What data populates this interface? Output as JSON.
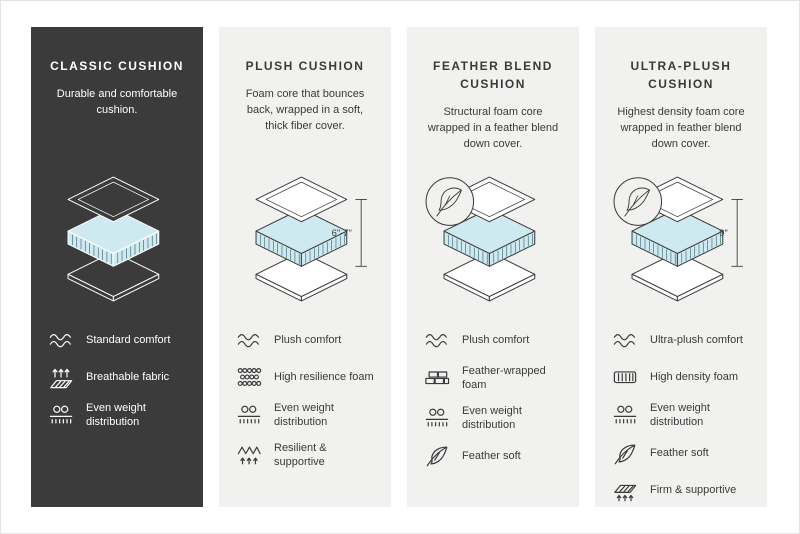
{
  "colors": {
    "page_bg": "#ffffff",
    "dark_panel_bg": "#3b3b3b",
    "light_panel_bg": "#f1f1ef",
    "text_dark": "#3a3a3a",
    "text_light": "#ffffff",
    "foam_fill": "#cfe9f0",
    "foam_hatch": "#4a7482"
  },
  "panels": [
    {
      "id": "classic",
      "theme": "dark",
      "title": "Classic Cushion",
      "description": "Durable and comfortable cushion.",
      "diagram": {
        "feather_badge": false,
        "height_label": null
      },
      "features": [
        {
          "icon": "waves-icon",
          "label": "Standard comfort"
        },
        {
          "icon": "breathable-icon",
          "label": "Breathable fabric"
        },
        {
          "icon": "weight-distribution-icon",
          "label": "Even weight distribution"
        }
      ]
    },
    {
      "id": "plush",
      "theme": "light",
      "title": "Plush Cushion",
      "description": "Foam core that bounces back, wrapped in a soft, thick fiber cover.",
      "diagram": {
        "feather_badge": false,
        "height_label": "6\"-7\""
      },
      "features": [
        {
          "icon": "waves-icon",
          "label": "Plush comfort"
        },
        {
          "icon": "foam-bubbles-icon",
          "label": "High resilience foam"
        },
        {
          "icon": "weight-distribution-icon",
          "label": "Even weight distribution"
        },
        {
          "icon": "spring-icon",
          "label": "Resilient & supportive"
        }
      ]
    },
    {
      "id": "feather-blend",
      "theme": "light",
      "title": "Feather Blend Cushion",
      "description": "Structural foam core wrapped in a feather blend down cover.",
      "diagram": {
        "feather_badge": true,
        "height_label": null
      },
      "features": [
        {
          "icon": "waves-icon",
          "label": "Plush comfort"
        },
        {
          "icon": "bricks-icon",
          "label": "Feather-wrapped foam"
        },
        {
          "icon": "weight-distribution-icon",
          "label": "Even weight distribution"
        },
        {
          "icon": "feather-icon",
          "label": "Feather soft"
        }
      ]
    },
    {
      "id": "ultra-plush",
      "theme": "light",
      "title": "Ultra-Plush Cushion",
      "description": "Highest density foam core wrapped in feather blend down cover.",
      "diagram": {
        "feather_badge": true,
        "height_label": "9\""
      },
      "features": [
        {
          "icon": "waves-icon",
          "label": "Ultra-plush comfort"
        },
        {
          "icon": "density-foam-icon",
          "label": "High density foam"
        },
        {
          "icon": "weight-distribution-icon",
          "label": "Even weight distribution"
        },
        {
          "icon": "feather-icon",
          "label": "Feather soft"
        },
        {
          "icon": "firm-support-icon",
          "label": "Firm & supportive"
        }
      ]
    }
  ]
}
